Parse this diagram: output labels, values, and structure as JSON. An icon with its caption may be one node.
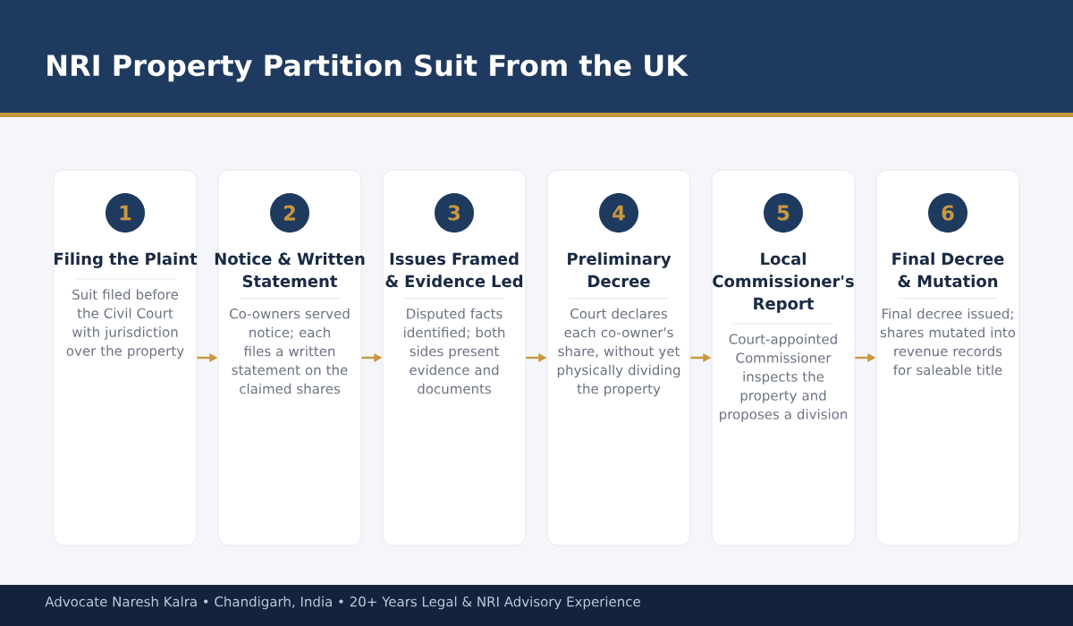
{
  "diagram": {
    "title": "NRI Property Partition Suit From the UK",
    "nodes": [
      {
        "text": [
          "1",
          "Filing the Plaint",
          "Suit filed before the Civil Court with jurisdiction over the property"
        ]
      },
      {
        "text": [
          "2",
          "Notice & Written Statement",
          "Co-owners served notice; each files a written statement on the claimed shares"
        ]
      },
      {
        "text": [
          "3",
          "Issues Framed & Evidence Led",
          "Disputed facts identified; both sides present evidence and documents"
        ]
      },
      {
        "text": [
          "4",
          "Preliminary Decree",
          "Court declares each co-owner's share, without yet physically dividing the property"
        ]
      },
      {
        "text": [
          "5",
          "Local Commissioner's Report",
          "Court-appointed Commissioner inspects the property and proposes a division"
        ]
      },
      {
        "text": [
          "6",
          "Final Decree & Mutation",
          "Final decree issued; shares mutated into revenue records for saleable title"
        ]
      }
    ],
    "edges": [
      {
        "from": 0,
        "to": 1,
        "arrow": "to"
      },
      {
        "from": 1,
        "to": 2,
        "arrow": "to"
      },
      {
        "from": 2,
        "to": 3,
        "arrow": "to"
      },
      {
        "from": 3,
        "to": 4,
        "arrow": "to"
      },
      {
        "from": 4,
        "to": 5,
        "arrow": "to"
      }
    ],
    "labels": [
      "Advocate Naresh Kalra  •  Chandigarh, India  •  20+ Years Legal & NRI Advisory Experience"
    ]
  }
}
